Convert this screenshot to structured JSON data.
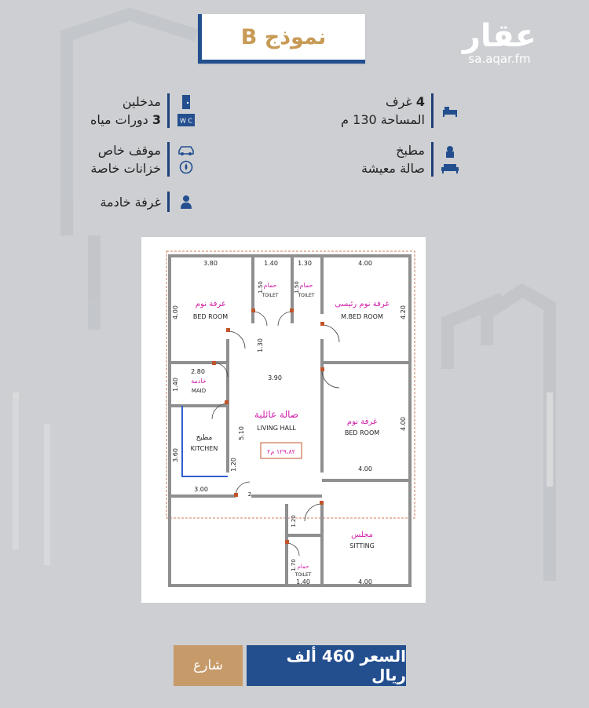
{
  "header": {
    "title": "نموذج B"
  },
  "logo": {
    "main": "عقار",
    "url_text": "sa.aqar.fm"
  },
  "features": {
    "rooms": {
      "count": "4",
      "label": "غرف",
      "icon": "bed-icon"
    },
    "area": {
      "label": "المساحة 130 م"
    },
    "entrances": {
      "label": "مدخلين",
      "icon": "door-icon"
    },
    "bathrooms": {
      "count": "3",
      "label": "دورات مياه",
      "icon": "wc-icon"
    },
    "kitchen": {
      "label": "مطبخ",
      "icon": "chef-icon"
    },
    "living": {
      "label": "صالة معيشة",
      "icon": "sofa-icon"
    },
    "parking": {
      "label": "موقف خاص",
      "icon": "car-icon"
    },
    "tanks": {
      "label": "خزانات خاصة",
      "icon": "tank-icon"
    },
    "maid": {
      "label": "غرفة خادمة",
      "icon": "person-icon"
    }
  },
  "plan": {
    "rooms": [
      {
        "ar": "غرفة نوم",
        "en": "BED ROOM"
      },
      {
        "ar": "غرفة نوم رئيسى",
        "en": "M.BED ROOM"
      },
      {
        "ar": "حمام",
        "en": "TOILET"
      },
      {
        "ar": "حمام",
        "en": "TOILET"
      },
      {
        "ar": "خادمة",
        "en": "MAID"
      },
      {
        "ar": "مطبخ",
        "en": "KITCHEN"
      },
      {
        "ar": "صالة عائلية",
        "en": "LIVING HALL"
      },
      {
        "ar": "غرفة نوم",
        "en": "BED ROOM"
      },
      {
        "ar": "مجلس",
        "en": "SITTING"
      },
      {
        "ar": "حمام",
        "en": "TOILET"
      }
    ],
    "area_label": "١٢٩،٨٢ م٢",
    "stair_label": "2",
    "dimensions": [
      "3.80",
      "1.40",
      "1.30",
      "4.00",
      "4.00",
      "1.50",
      "1.50",
      "4.20",
      "1.30",
      "2.80",
      "3.90",
      "1.40",
      "5.10",
      "4.00",
      "3.60",
      "1.20",
      "3.00",
      "4.00",
      "1.20",
      "1.70",
      "1.40",
      "4.00"
    ]
  },
  "footer": {
    "street_label": "شارع",
    "price_label": "السعر 460 ألف ريال"
  },
  "colors": {
    "navy": "#234f8f",
    "gold": "#c79a55",
    "wall_orange": "#c0542b",
    "magenta": "#d11fa8"
  }
}
